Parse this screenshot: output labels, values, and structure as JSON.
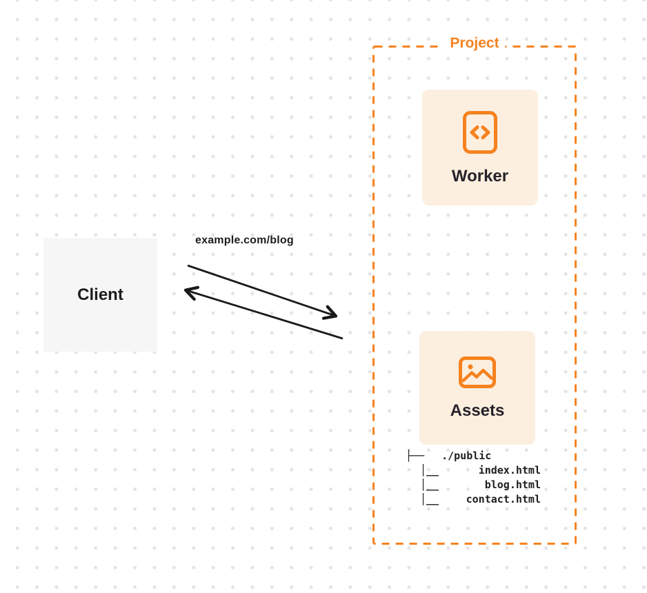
{
  "colors": {
    "accent_orange": "#f6821f",
    "card_background": "#fcefdf",
    "client_background": "#f6f6f7",
    "text_dark": "#1d1d20",
    "dot_grid": "#e4e4e8"
  },
  "client": {
    "label": "Client"
  },
  "request": {
    "label": "example.com/blog"
  },
  "project": {
    "label": "Project",
    "worker_card": {
      "icon": "code-icon",
      "label": "Worker"
    },
    "assets_card": {
      "icon": "image-icon",
      "label": "Assets"
    },
    "file_tree": [
      {
        "prefix": "├──",
        "name": "./public"
      },
      {
        "prefix": "│__",
        "name": "index.html"
      },
      {
        "prefix": "│__",
        "name": "blog.html"
      },
      {
        "prefix": "│__",
        "name": "contact.html"
      }
    ]
  }
}
